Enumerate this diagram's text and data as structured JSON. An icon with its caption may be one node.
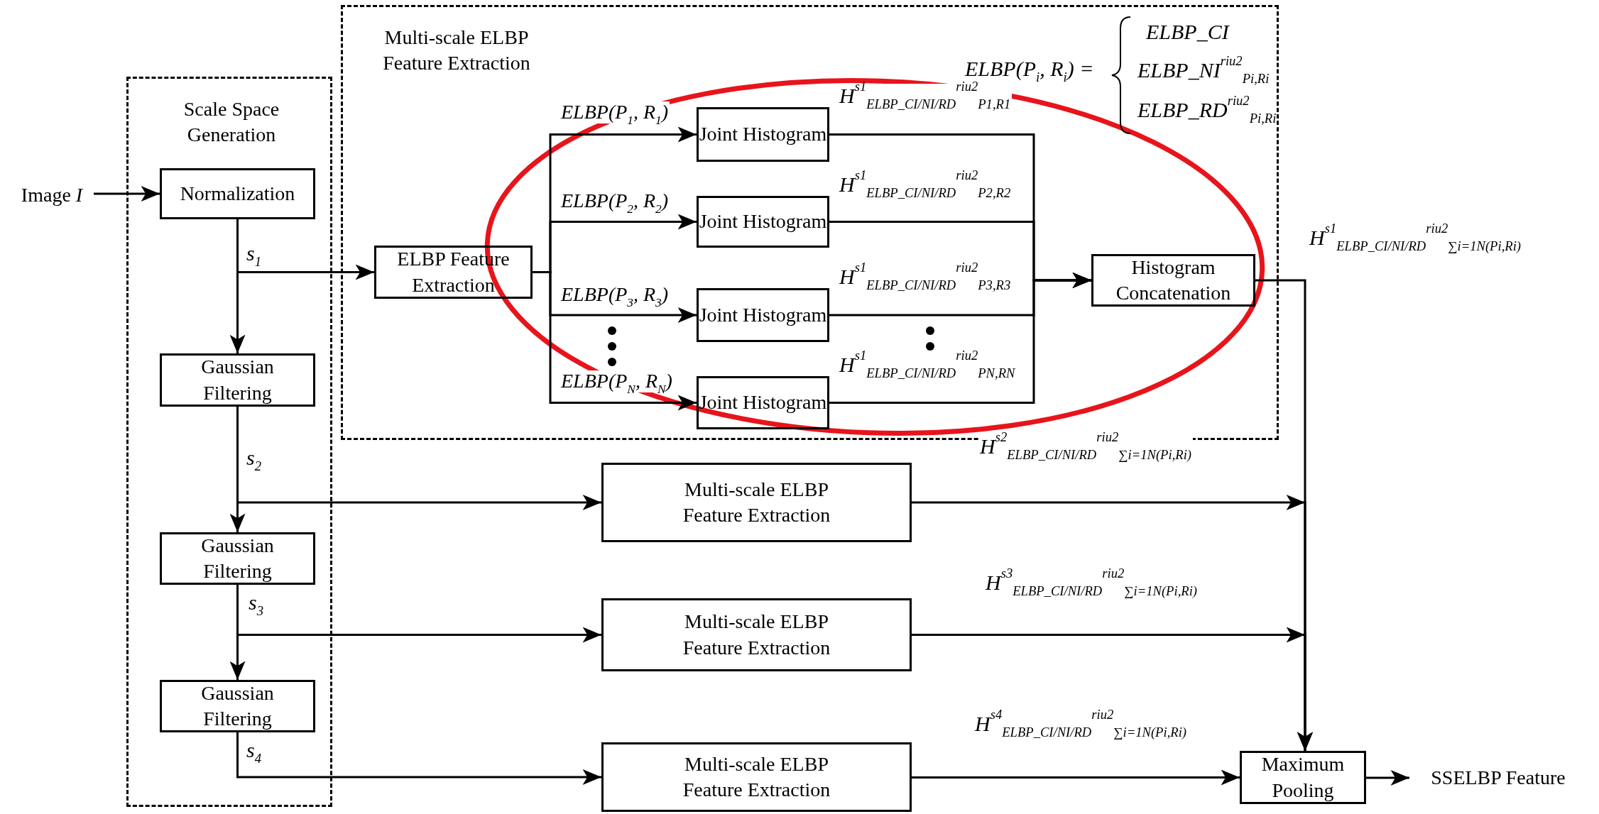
{
  "diagram": {
    "nodes": [
      {
        "text": [
          "Image *I*"
        ]
      },
      {
        "text": [
          "Scale Space Generation"
        ]
      },
      {
        "text": [
          "Normalization"
        ],
        "in": 1
      },
      {
        "text": [
          "Gaussian Filtering"
        ],
        "in": 1
      },
      {
        "text": [
          "Gaussian Filtering"
        ],
        "in": 1
      },
      {
        "text": [
          "Gaussian Filtering"
        ],
        "in": 1
      },
      {
        "text": [
          "Multi-scale ELBP Feature Extraction"
        ]
      },
      {
        "text": [
          "ELBP Feature Extraction"
        ],
        "in": 6
      },
      {
        "text": [
          "Joint Histogram"
        ],
        "in": 6
      },
      {
        "text": [
          "Joint Histogram"
        ],
        "in": 6
      },
      {
        "text": [
          "Joint Histogram"
        ],
        "in": 6
      },
      {
        "text": [
          "Joint Histogram"
        ],
        "in": 6
      },
      {
        "text": [
          "Histogram Concatenation"
        ],
        "in": 6
      },
      {
        "text": [
          "Multi-scale ELBP Feature Extraction"
        ]
      },
      {
        "text": [
          "Multi-scale ELBP Feature Extraction"
        ]
      },
      {
        "text": [
          "Multi-scale ELBP Feature Extraction"
        ]
      },
      {
        "text": [
          "Maximum Pooling"
        ]
      },
      {
        "text": [
          "SSELBP Feature"
        ]
      }
    ],
    "edges": [
      {
        "from": 0,
        "to": 2,
        "arrow": "to"
      },
      {
        "from": 2,
        "to": 3,
        "arrow": "to"
      },
      {
        "from": 2,
        "to": 7,
        "arrow": "to",
        "label": "s$_{1}$"
      },
      {
        "from": 3,
        "to": 4,
        "arrow": "to"
      },
      {
        "from": 3,
        "to": 13,
        "arrow": "to",
        "label": "s$_{2}$"
      },
      {
        "from": 4,
        "to": 5,
        "arrow": "to"
      },
      {
        "from": 4,
        "to": 14,
        "arrow": "to",
        "label": "s$_{3}$"
      },
      {
        "from": 5,
        "to": 15,
        "arrow": "to",
        "label": "s$_{4}$"
      },
      {
        "from": 7,
        "to": 8,
        "arrow": "to",
        "label": "ELBP(P$_{1}$, R$_{1}$)"
      },
      {
        "from": 7,
        "to": 9,
        "arrow": "to",
        "label": "ELBP(P$_{2}$, R$_{2}$)"
      },
      {
        "from": 7,
        "to": 10,
        "arrow": "to",
        "label": "ELBP(P$_{3}$, R$_{3}$)"
      },
      {
        "from": 7,
        "to": 11,
        "arrow": "to",
        "label": "ELBP(P$_{N}$, R$_{N}$)"
      },
      {
        "from": 8,
        "to": 12,
        "arrow": "to",
        "label": "H$^{s1}$$_{ELBP_CI/NI/RD}$$^{riu2}$$_{P1,R1}$"
      },
      {
        "from": 9,
        "to": 12,
        "arrow": "to",
        "label": "H$^{s1}$$_{ELBP_CI/NI/RD}$$^{riu2}$$_{P2,R2}$"
      },
      {
        "from": 10,
        "to": 12,
        "arrow": "to",
        "label": "H$^{s1}$$_{ELBP_CI/NI/RD}$$^{riu2}$$_{P3,R3}$"
      },
      {
        "from": 11,
        "to": 12,
        "arrow": "to",
        "label": "H$^{s1}$$_{ELBP_CI/NI/RD}$$^{riu2}$$_{PN,RN}$"
      },
      {
        "from": 12,
        "to": 16,
        "arrow": "to",
        "label": "H$^{s1}$$_{ELBP_CI/NI/RD}$$^{riu2}$$_{∑i=1N(Pi,Ri)}$"
      },
      {
        "from": 13,
        "to": 16,
        "arrow": "to",
        "label": "H$^{s2}$$_{ELBP_CI/NI/RD}$$^{riu2}$$_{∑i=1N(Pi,Ri)}$"
      },
      {
        "from": 14,
        "to": 16,
        "arrow": "to",
        "label": "H$^{s3}$$_{ELBP_CI/NI/RD}$$^{riu2}$$_{∑i=1N(Pi,Ri)}$"
      },
      {
        "from": 15,
        "to": 16,
        "arrow": "to",
        "label": "H$^{s4}$$_{ELBP_CI/NI/RD}$$^{riu2}$$_{∑i=1N(Pi,Ri)}$"
      },
      {
        "from": 16,
        "to": 17,
        "arrow": "to"
      }
    ],
    "labels": [
      "ELBP(P$_{i}$, R$_{i}$) =",
      "ELBP_CI",
      "ELBP_NI$^{riu2}$$_{Pi,Ri}$",
      "ELBP_RD$^{riu2}$$_{Pi,Ri}$"
    ]
  }
}
